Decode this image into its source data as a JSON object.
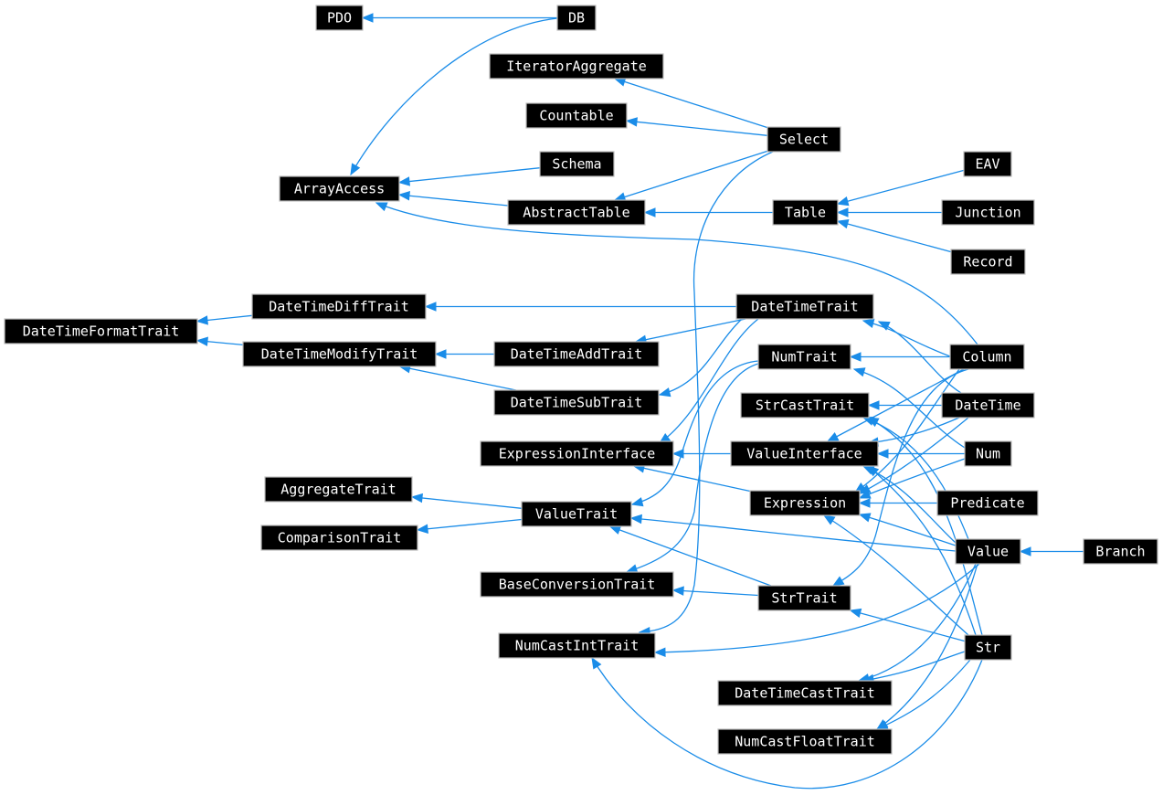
{
  "diagram": {
    "type": "class-inheritance-graph",
    "colors": {
      "node_fill": "#000000",
      "node_text": "#ffffff",
      "node_border": "#bfbfbf",
      "edge": "#1a8ce8"
    },
    "nodes": [
      {
        "id": "PDO",
        "label": "PDO"
      },
      {
        "id": "DB",
        "label": "DB"
      },
      {
        "id": "IteratorAggregate",
        "label": "IteratorAggregate"
      },
      {
        "id": "Countable",
        "label": "Countable"
      },
      {
        "id": "Select",
        "label": "Select"
      },
      {
        "id": "Schema",
        "label": "Schema"
      },
      {
        "id": "ArrayAccess",
        "label": "ArrayAccess"
      },
      {
        "id": "EAV",
        "label": "EAV"
      },
      {
        "id": "AbstractTable",
        "label": "AbstractTable"
      },
      {
        "id": "Table",
        "label": "Table"
      },
      {
        "id": "Junction",
        "label": "Junction"
      },
      {
        "id": "Record",
        "label": "Record"
      },
      {
        "id": "DateTimeDiffTrait",
        "label": "DateTimeDiffTrait"
      },
      {
        "id": "DateTimeTrait",
        "label": "DateTimeTrait"
      },
      {
        "id": "DateTimeFormatTrait",
        "label": "DateTimeFormatTrait"
      },
      {
        "id": "DateTimeModifyTrait",
        "label": "DateTimeModifyTrait"
      },
      {
        "id": "DateTimeAddTrait",
        "label": "DateTimeAddTrait"
      },
      {
        "id": "NumTrait",
        "label": "NumTrait"
      },
      {
        "id": "Column",
        "label": "Column"
      },
      {
        "id": "DateTimeSubTrait",
        "label": "DateTimeSubTrait"
      },
      {
        "id": "StrCastTrait",
        "label": "StrCastTrait"
      },
      {
        "id": "DateTime",
        "label": "DateTime"
      },
      {
        "id": "ExpressionInterface",
        "label": "ExpressionInterface"
      },
      {
        "id": "ValueInterface",
        "label": "ValueInterface"
      },
      {
        "id": "Num",
        "label": "Num"
      },
      {
        "id": "AggregateTrait",
        "label": "AggregateTrait"
      },
      {
        "id": "Expression",
        "label": "Expression"
      },
      {
        "id": "Predicate",
        "label": "Predicate"
      },
      {
        "id": "ValueTrait",
        "label": "ValueTrait"
      },
      {
        "id": "ComparisonTrait",
        "label": "ComparisonTrait"
      },
      {
        "id": "Value",
        "label": "Value"
      },
      {
        "id": "Branch",
        "label": "Branch"
      },
      {
        "id": "BaseConversionTrait",
        "label": "BaseConversionTrait"
      },
      {
        "id": "StrTrait",
        "label": "StrTrait"
      },
      {
        "id": "NumCastIntTrait",
        "label": "NumCastIntTrait"
      },
      {
        "id": "Str",
        "label": "Str"
      },
      {
        "id": "DateTimeCastTrait",
        "label": "DateTimeCastTrait"
      },
      {
        "id": "NumCastFloatTrait",
        "label": "NumCastFloatTrait"
      }
    ],
    "edges": [
      {
        "from": "DB",
        "to": "PDO"
      },
      {
        "from": "DB",
        "to": "ArrayAccess"
      },
      {
        "from": "Select",
        "to": "IteratorAggregate"
      },
      {
        "from": "Select",
        "to": "Countable"
      },
      {
        "from": "Select",
        "to": "AbstractTable"
      },
      {
        "from": "Select",
        "to": "NumCastIntTrait"
      },
      {
        "from": "Schema",
        "to": "ArrayAccess"
      },
      {
        "from": "AbstractTable",
        "to": "ArrayAccess"
      },
      {
        "from": "Table",
        "to": "AbstractTable"
      },
      {
        "from": "EAV",
        "to": "Table"
      },
      {
        "from": "Junction",
        "to": "Table"
      },
      {
        "from": "Record",
        "to": "Table"
      },
      {
        "from": "Column",
        "to": "ArrayAccess"
      },
      {
        "from": "DateTimeDiffTrait",
        "to": "DateTimeFormatTrait"
      },
      {
        "from": "DateTimeModifyTrait",
        "to": "DateTimeFormatTrait"
      },
      {
        "from": "DateTimeTrait",
        "to": "DateTimeDiffTrait"
      },
      {
        "from": "DateTimeTrait",
        "to": "DateTimeAddTrait"
      },
      {
        "from": "DateTimeTrait",
        "to": "DateTimeSubTrait"
      },
      {
        "from": "DateTimeTrait",
        "to": "ExpressionInterface"
      },
      {
        "from": "DateTimeAddTrait",
        "to": "DateTimeModifyTrait"
      },
      {
        "from": "DateTimeSubTrait",
        "to": "DateTimeModifyTrait"
      },
      {
        "from": "Column",
        "to": "DateTimeTrait"
      },
      {
        "from": "Column",
        "to": "NumTrait"
      },
      {
        "from": "Column",
        "to": "ValueInterface"
      },
      {
        "from": "Column",
        "to": "Expression"
      },
      {
        "from": "Column",
        "to": "StrTrait"
      },
      {
        "from": "DateTime",
        "to": "DateTimeTrait"
      },
      {
        "from": "DateTime",
        "to": "StrCastTrait"
      },
      {
        "from": "DateTime",
        "to": "ValueInterface"
      },
      {
        "from": "DateTime",
        "to": "Expression"
      },
      {
        "from": "Num",
        "to": "NumTrait"
      },
      {
        "from": "Num",
        "to": "ValueInterface"
      },
      {
        "from": "Num",
        "to": "Expression"
      },
      {
        "from": "NumTrait",
        "to": "ValueTrait"
      },
      {
        "from": "NumTrait",
        "to": "BaseConversionTrait"
      },
      {
        "from": "ValueInterface",
        "to": "ExpressionInterface"
      },
      {
        "from": "Expression",
        "to": "ExpressionInterface"
      },
      {
        "from": "Predicate",
        "to": "Expression"
      },
      {
        "from": "ValueTrait",
        "to": "AggregateTrait"
      },
      {
        "from": "ValueTrait",
        "to": "ComparisonTrait"
      },
      {
        "from": "Value",
        "to": "ValueTrait"
      },
      {
        "from": "Value",
        "to": "ValueInterface"
      },
      {
        "from": "Value",
        "to": "Expression"
      },
      {
        "from": "Value",
        "to": "NumCastIntTrait"
      },
      {
        "from": "Value",
        "to": "DateTimeCastTrait"
      },
      {
        "from": "Value",
        "to": "NumCastFloatTrait"
      },
      {
        "from": "Value",
        "to": "StrCastTrait"
      },
      {
        "from": "Branch",
        "to": "Value"
      },
      {
        "from": "StrTrait",
        "to": "ValueTrait"
      },
      {
        "from": "StrTrait",
        "to": "BaseConversionTrait"
      },
      {
        "from": "Str",
        "to": "StrTrait"
      },
      {
        "from": "Str",
        "to": "Expression"
      },
      {
        "from": "Str",
        "to": "ValueInterface"
      },
      {
        "from": "Str",
        "to": "StrCastTrait"
      },
      {
        "from": "Str",
        "to": "DateTimeCastTrait"
      },
      {
        "from": "Str",
        "to": "NumCastFloatTrait"
      },
      {
        "from": "Str",
        "to": "NumCastIntTrait"
      }
    ]
  }
}
